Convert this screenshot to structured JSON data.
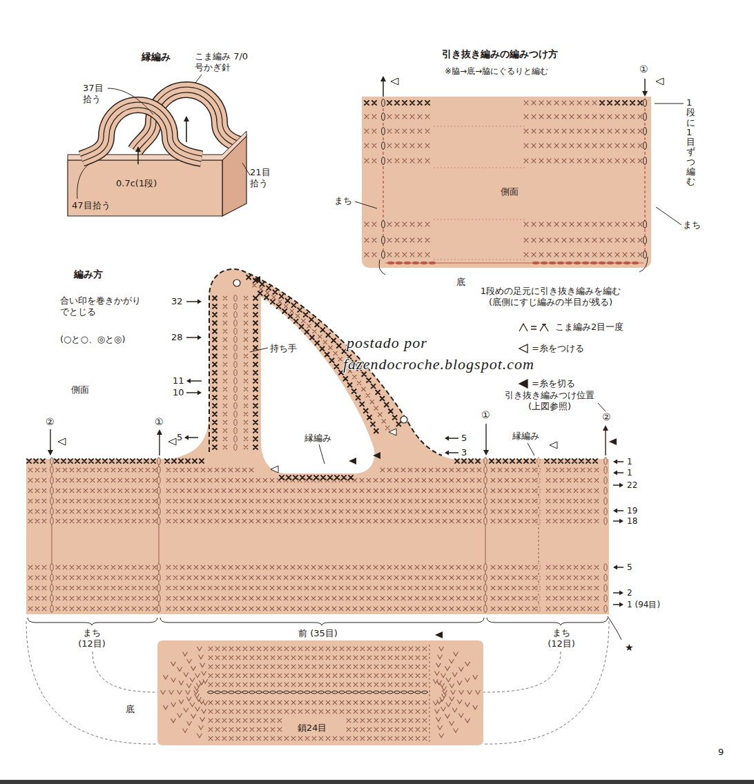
{
  "diagram": {
    "nodes": [
      {
        "text": [
          "側面"
        ]
      },
      {
        "text": [
          "持ち手"
        ]
      },
      {
        "text": [
          "鎖24目"
        ]
      }
    ],
    "labels": [
      "縁編み",
      "こま編み 7/0号かぎ針",
      "37目 拾う",
      "0.7c(1段)",
      "47目拾う",
      "21目 拾う",
      "引き抜き編みの編みつけ方",
      "※脇→底→脇にぐるりと編む",
      "①",
      "1段に1目ずつ編む",
      "まち",
      "まち",
      "底",
      "1段めの足元に引き抜き編みを編む (底側にすじ編みの半目が残る)",
      "編み方",
      "合い印を巻きかがり でとじる",
      "(○と○、◎と◎)",
      "側面",
      "32",
      "28",
      "11",
      "10",
      "5",
      "縁編み",
      "5",
      "3",
      "引き抜き編みつけ位置 (上図参照)",
      "縁編み",
      "②",
      "①",
      "①",
      "②",
      "1",
      "1",
      "22",
      "19",
      "18",
      "5",
      "2",
      "1 (94目)",
      "まち (12目)",
      "前 (35目)",
      "まち (12目)",
      "★",
      "底",
      "postado por",
      "fazendocroche.blogspot.com",
      "9"
    ],
    "legend": [
      {
        "text": "こま編み2目一度"
      },
      {
        "text": "=糸をつける"
      },
      {
        "text": "=糸を切る"
      }
    ]
  }
}
